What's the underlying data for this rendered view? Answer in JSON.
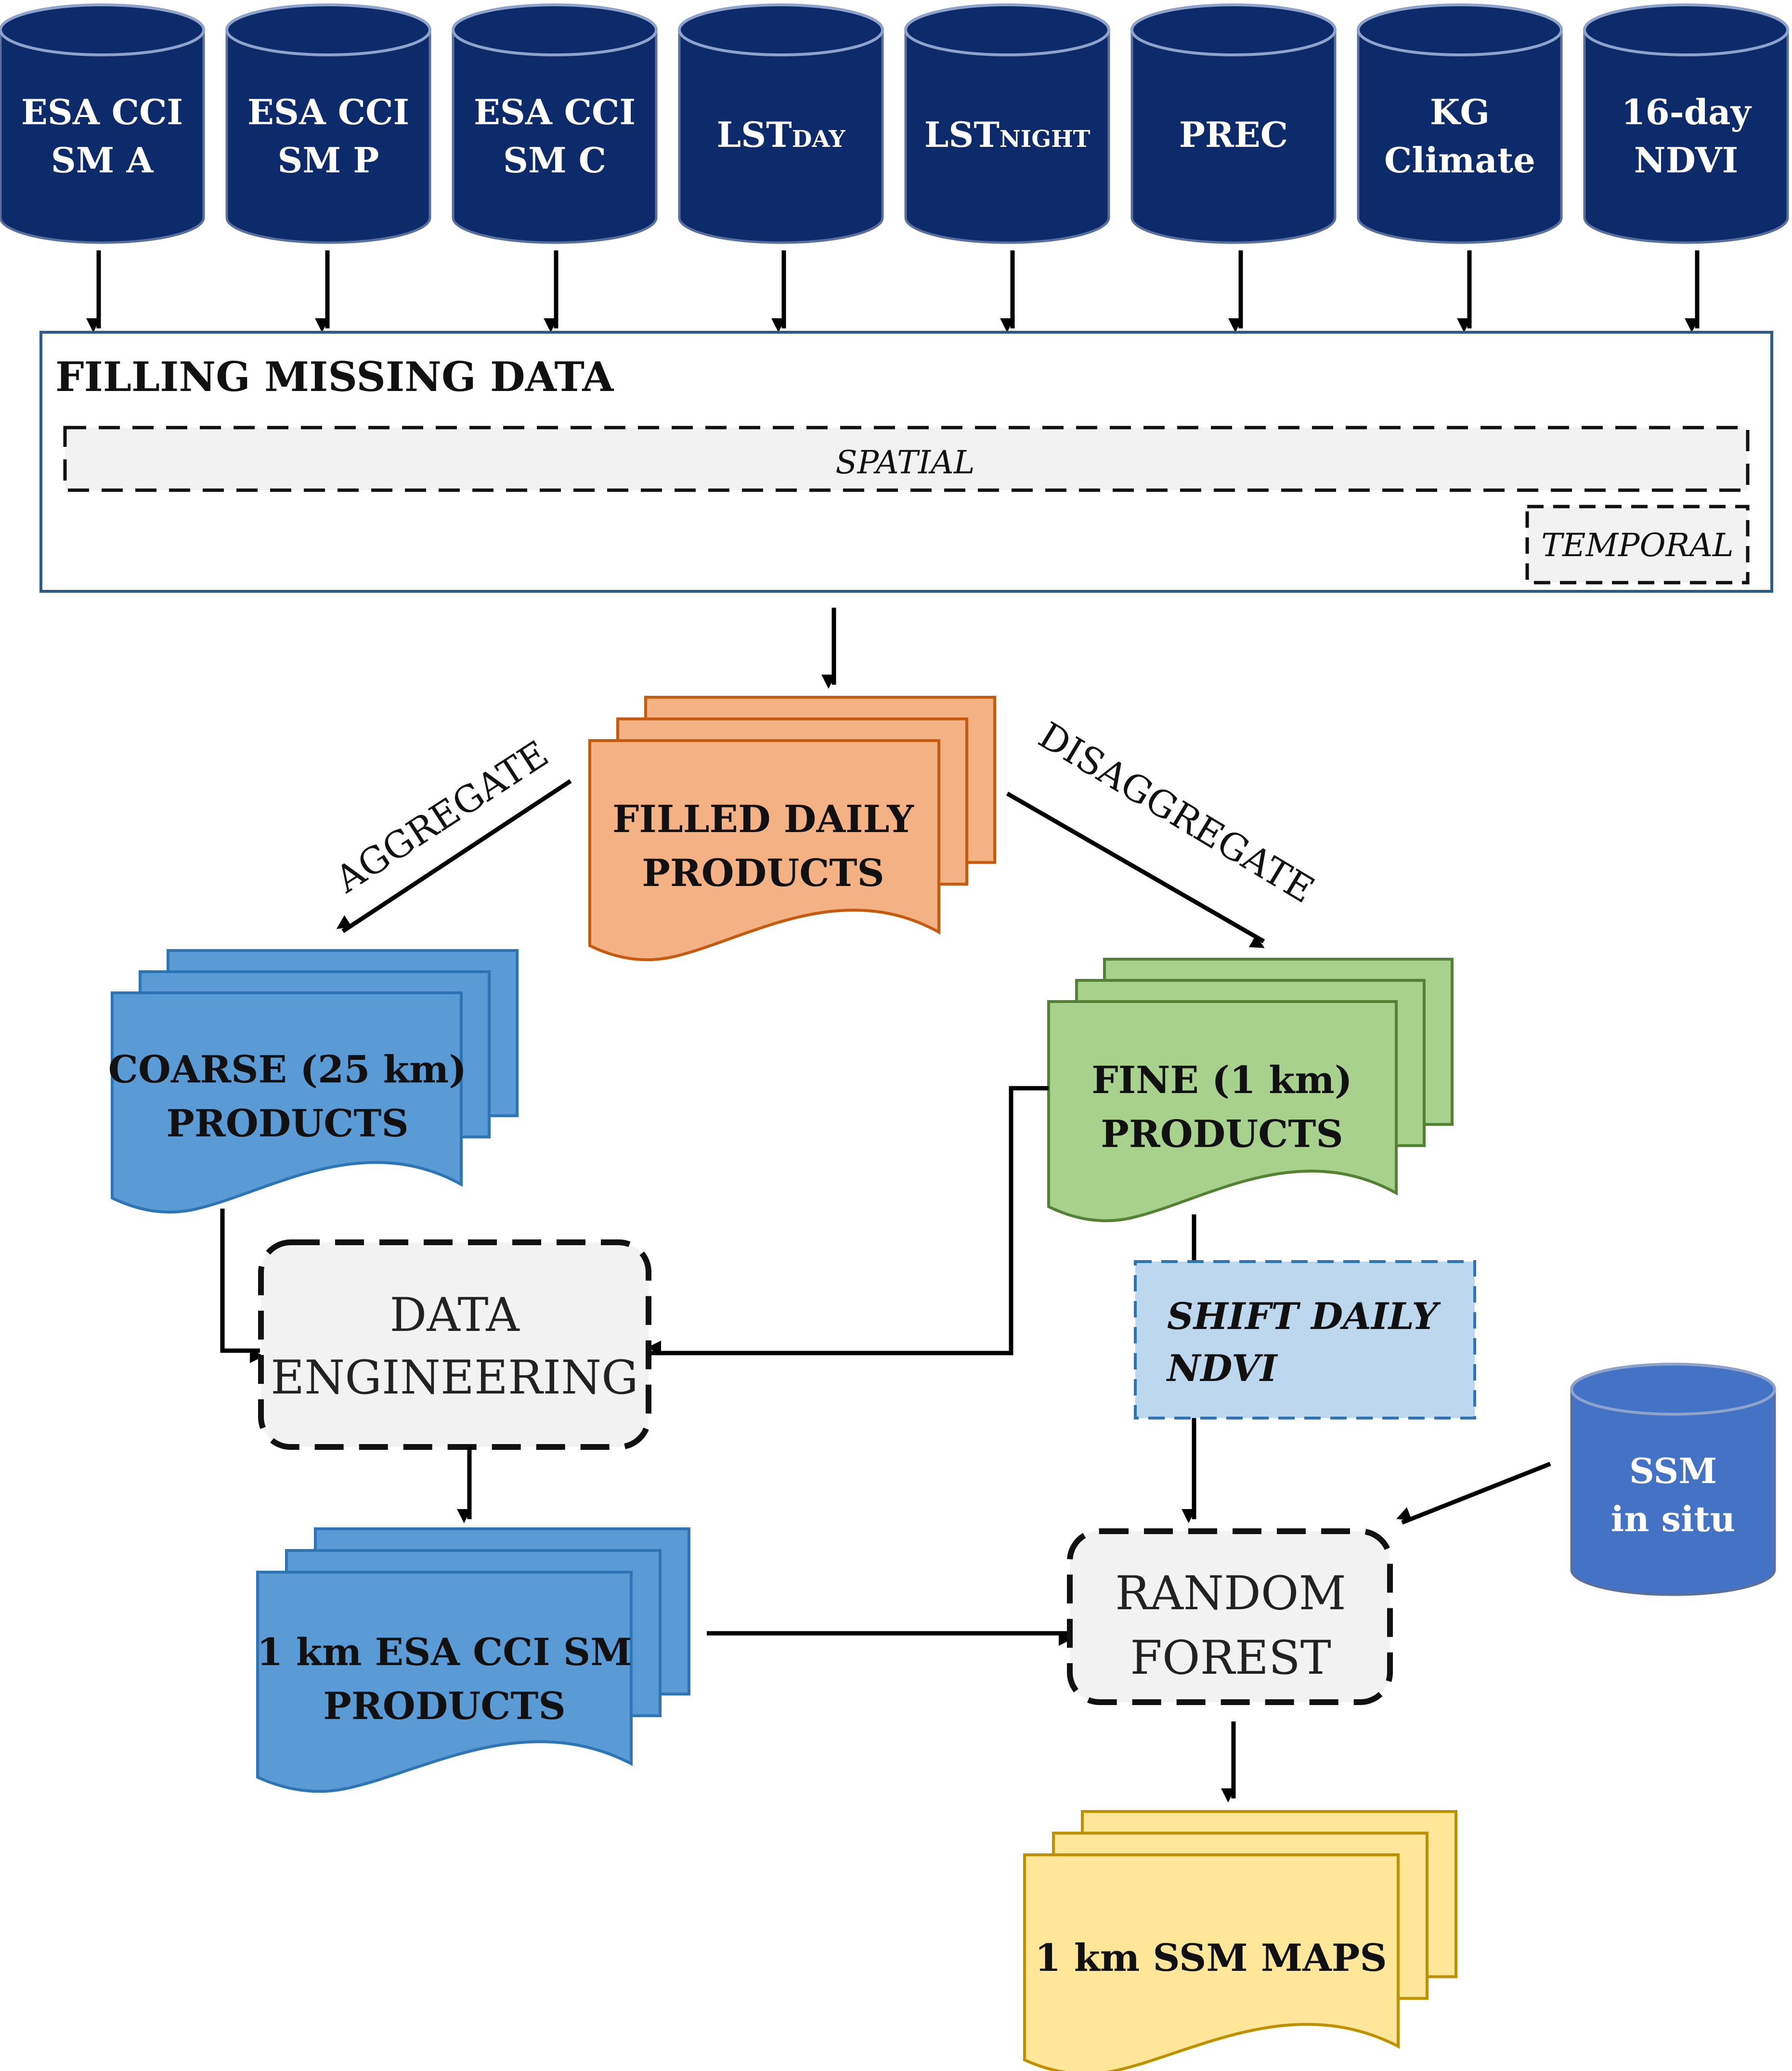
{
  "colors": {
    "db_dark": "#0d2a6b",
    "db_ssm": "#4472c4",
    "filled_fill": "#f4b183",
    "filled_stroke": "#c55a11",
    "blue_fill": "#5b9bd5",
    "blue_stroke": "#2e75b6",
    "green_fill": "#a9d18e",
    "green_stroke": "#548235",
    "yellow_fill": "#ffe699",
    "yellow_stroke": "#bf9000",
    "process_fill": "#f2f2f2",
    "shift_fill": "#bdd7ee",
    "shift_stroke": "#2e75b6",
    "frame_stroke": "#2e5c8a"
  },
  "inputs": [
    {
      "id": "db-sm-a",
      "lines": [
        "ESA CCI",
        "SM A"
      ]
    },
    {
      "id": "db-sm-p",
      "lines": [
        "ESA CCI",
        "SM P"
      ]
    },
    {
      "id": "db-sm-c",
      "lines": [
        "ESA CCI",
        "SM C"
      ]
    },
    {
      "id": "db-lst-day",
      "main": "LST",
      "sub": "DAY"
    },
    {
      "id": "db-lst-night",
      "main": "LST",
      "sub": "NIGHT"
    },
    {
      "id": "db-prec",
      "lines": [
        "PREC"
      ]
    },
    {
      "id": "db-kg-climate",
      "lines": [
        "KG",
        "Climate"
      ]
    },
    {
      "id": "db-ndvi",
      "lines": [
        "16-day",
        "NDVI"
      ]
    }
  ],
  "filling": {
    "title": "FILLING MISSING DATA",
    "spatial": "SPATIAL",
    "temporal": "TEMPORAL"
  },
  "filled_products": [
    "FILLED DAILY",
    "PRODUCTS"
  ],
  "edges": {
    "aggregate": "AGGREGATE",
    "disaggregate": "DISAGGREGATE"
  },
  "coarse_products": [
    "COARSE (25 km)",
    "PRODUCTS"
  ],
  "fine_products": [
    "FINE (1 km)",
    "PRODUCTS"
  ],
  "data_engineering": [
    "DATA",
    "ENGINEERING"
  ],
  "shift_ndvi": [
    "SHIFT DAILY",
    "NDVI"
  ],
  "ssm_in_situ": [
    "SSM",
    "in situ"
  ],
  "esa_1km_products": [
    "1 km ESA CCI SM",
    "PRODUCTS"
  ],
  "random_forest": [
    "RANDOM",
    "FOREST"
  ],
  "ssm_maps": [
    "1 km SSM MAPS"
  ]
}
